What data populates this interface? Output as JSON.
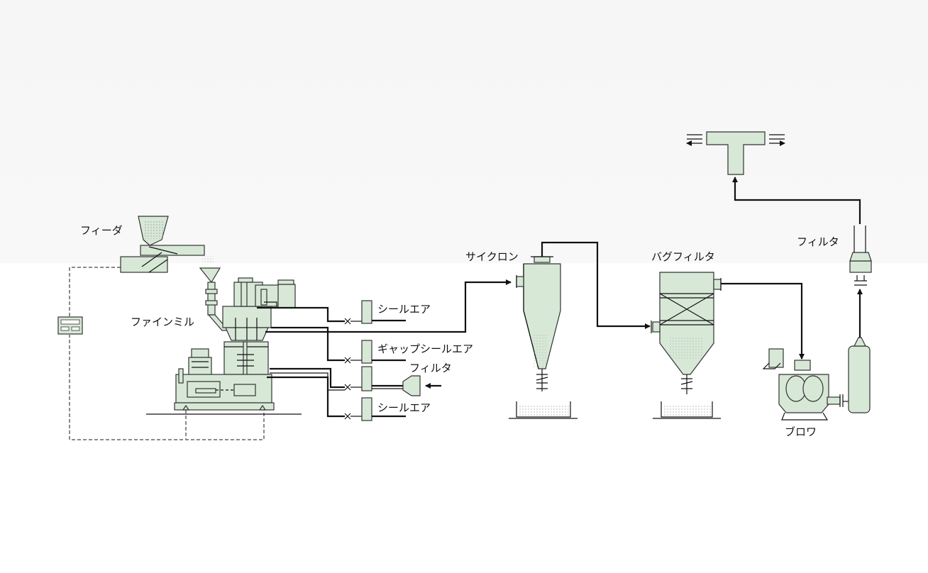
{
  "labels": {
    "feeder": "フィーダ",
    "fine_mill": "ファインミル",
    "seal_air_top": "シールエア",
    "gap_seal_air": "ギャップシールエア",
    "filter_inlet": "フィルタ",
    "seal_air_bottom": "シールエア",
    "cyclone": "サイクロン",
    "bag_filter": "バグフィルタ",
    "blower": "ブロワ",
    "filter_exhaust": "フィルタ"
  },
  "colors": {
    "equipment_fill": "#d7e8d7",
    "line": "#111111",
    "control_dashed": "#8a8a8a",
    "background_upper": "#f7f7f7"
  }
}
